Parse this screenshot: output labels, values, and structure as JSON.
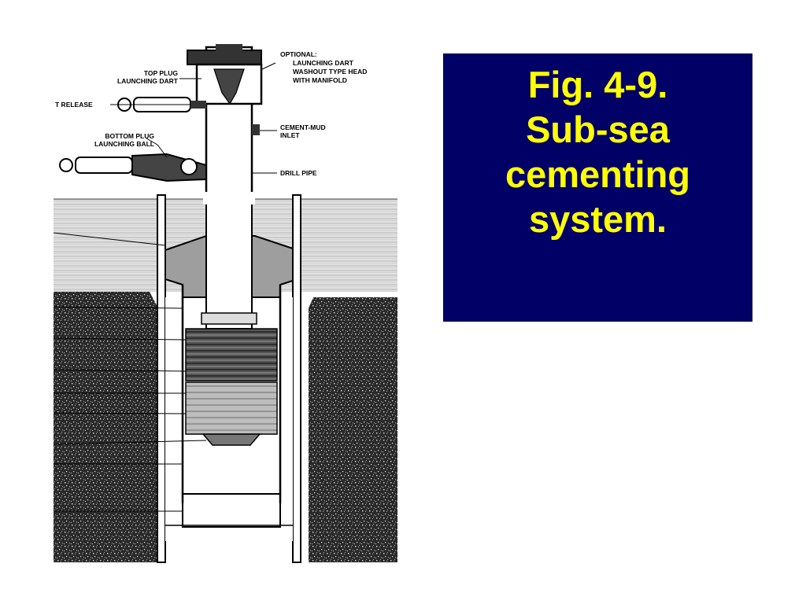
{
  "colors": {
    "title_background": "#000066",
    "title_text": "#ffff00",
    "diagram_ink": "#000000",
    "seawater": "#d9d9d9",
    "formation": "#2a2a2a"
  },
  "title": {
    "lines": [
      "Fig. 4-9.",
      "Sub-sea",
      "cementing",
      "system."
    ]
  },
  "diagram": {
    "labels": {
      "optional": "OPTIONAL:",
      "launching_dart_1": "LAUNCHING DART",
      "launching_dart_2": "WASHOUT TYPE HEAD",
      "launching_dart_3": "WITH MANIFOLD",
      "top_plug_1": "TOP PLUG",
      "top_plug_2": "LAUNCHING DART",
      "dart_release": "T RELEASE",
      "bottom_plug_1": "BOTTOM PLUG",
      "bottom_plug_2": "LAUNCHING BALL",
      "cement_inlet_1": "CEMENT-MUD",
      "cement_inlet_2": "INLET",
      "drill_pipe": "DRILL PIPE"
    }
  }
}
